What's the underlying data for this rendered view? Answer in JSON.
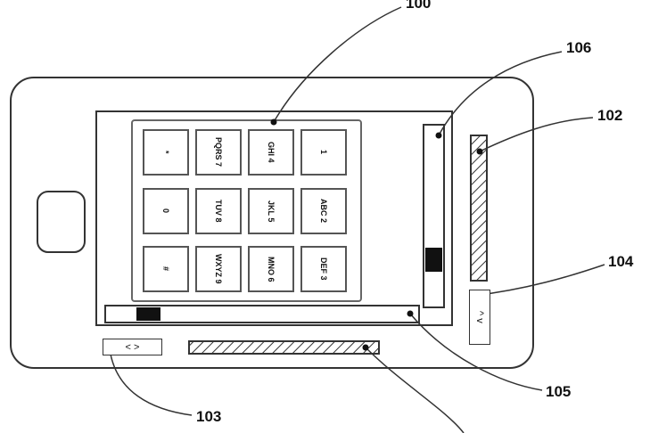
{
  "reference_labels": {
    "keypad": "100",
    "vertical_scrollbar": "106",
    "side_bar": "102",
    "scroll_button_vertical": "104",
    "horizontal_scrollbar": "105",
    "scroll_button_horizontal": "103"
  },
  "keypad": {
    "keys": [
      {
        "digit": "1",
        "letters": ""
      },
      {
        "digit": "2",
        "letters": "ABC"
      },
      {
        "digit": "3",
        "letters": "DEF"
      },
      {
        "digit": "4",
        "letters": "GHI"
      },
      {
        "digit": "5",
        "letters": "JKL"
      },
      {
        "digit": "6",
        "letters": "MNO"
      },
      {
        "digit": "7",
        "letters": "PQRS"
      },
      {
        "digit": "8",
        "letters": "TUV"
      },
      {
        "digit": "9",
        "letters": "WXYZ"
      },
      {
        "digit": "*",
        "letters": ""
      },
      {
        "digit": "0",
        "letters": ""
      },
      {
        "digit": "#",
        "letters": ""
      }
    ]
  },
  "buttons": {
    "horizontal": "< >",
    "vertical": "^ v"
  }
}
